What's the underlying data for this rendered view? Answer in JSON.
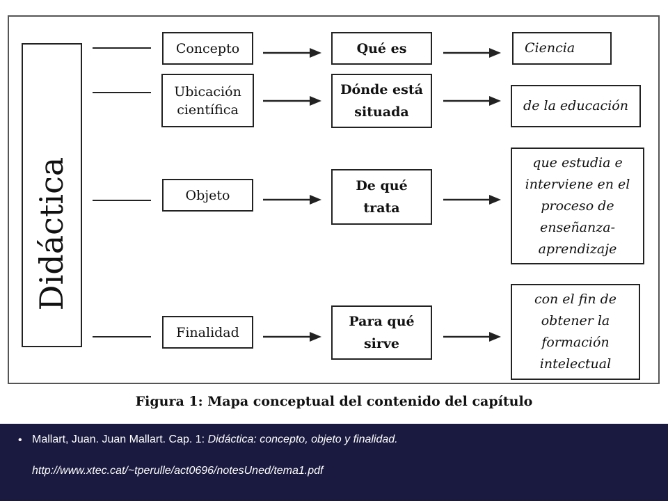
{
  "diagram": {
    "main_label": "Didáctica",
    "rows": [
      {
        "concept": [
          "Concepto"
        ],
        "question": [
          "Qué es"
        ],
        "answer": [
          "Ciencia"
        ]
      },
      {
        "concept": [
          "Ubicación",
          "científica"
        ],
        "question": [
          "Dónde está",
          "situada"
        ],
        "answer": [
          "de la educación"
        ]
      },
      {
        "concept": [
          "Objeto"
        ],
        "question": [
          "De qué",
          "trata"
        ],
        "answer": [
          "que estudia e",
          "interviene en el",
          "proceso de",
          "enseñanza-",
          "aprendizaje"
        ]
      },
      {
        "concept": [
          "Finalidad"
        ],
        "question": [
          "Para qué",
          "sirve"
        ],
        "answer": [
          "con el fin de",
          "obtener la",
          "formación",
          "intelectual"
        ]
      }
    ],
    "caption": "Figura 1: Mapa conceptual del contenido del capítulo"
  },
  "footer": {
    "bullet": "•",
    "reference_plain": "Mallart, Juan. Juan Mallart. Cap. 1: ",
    "reference_title": "Didáctica: concepto, objeto y finalidad.",
    "url": "http://www.xtec.cat/~tperulle/act0696/notesUned/tema1.pdf"
  },
  "colors": {
    "footer_background": "#1a1a40",
    "footer_text": "#ffffff",
    "lines": "#222222"
  }
}
